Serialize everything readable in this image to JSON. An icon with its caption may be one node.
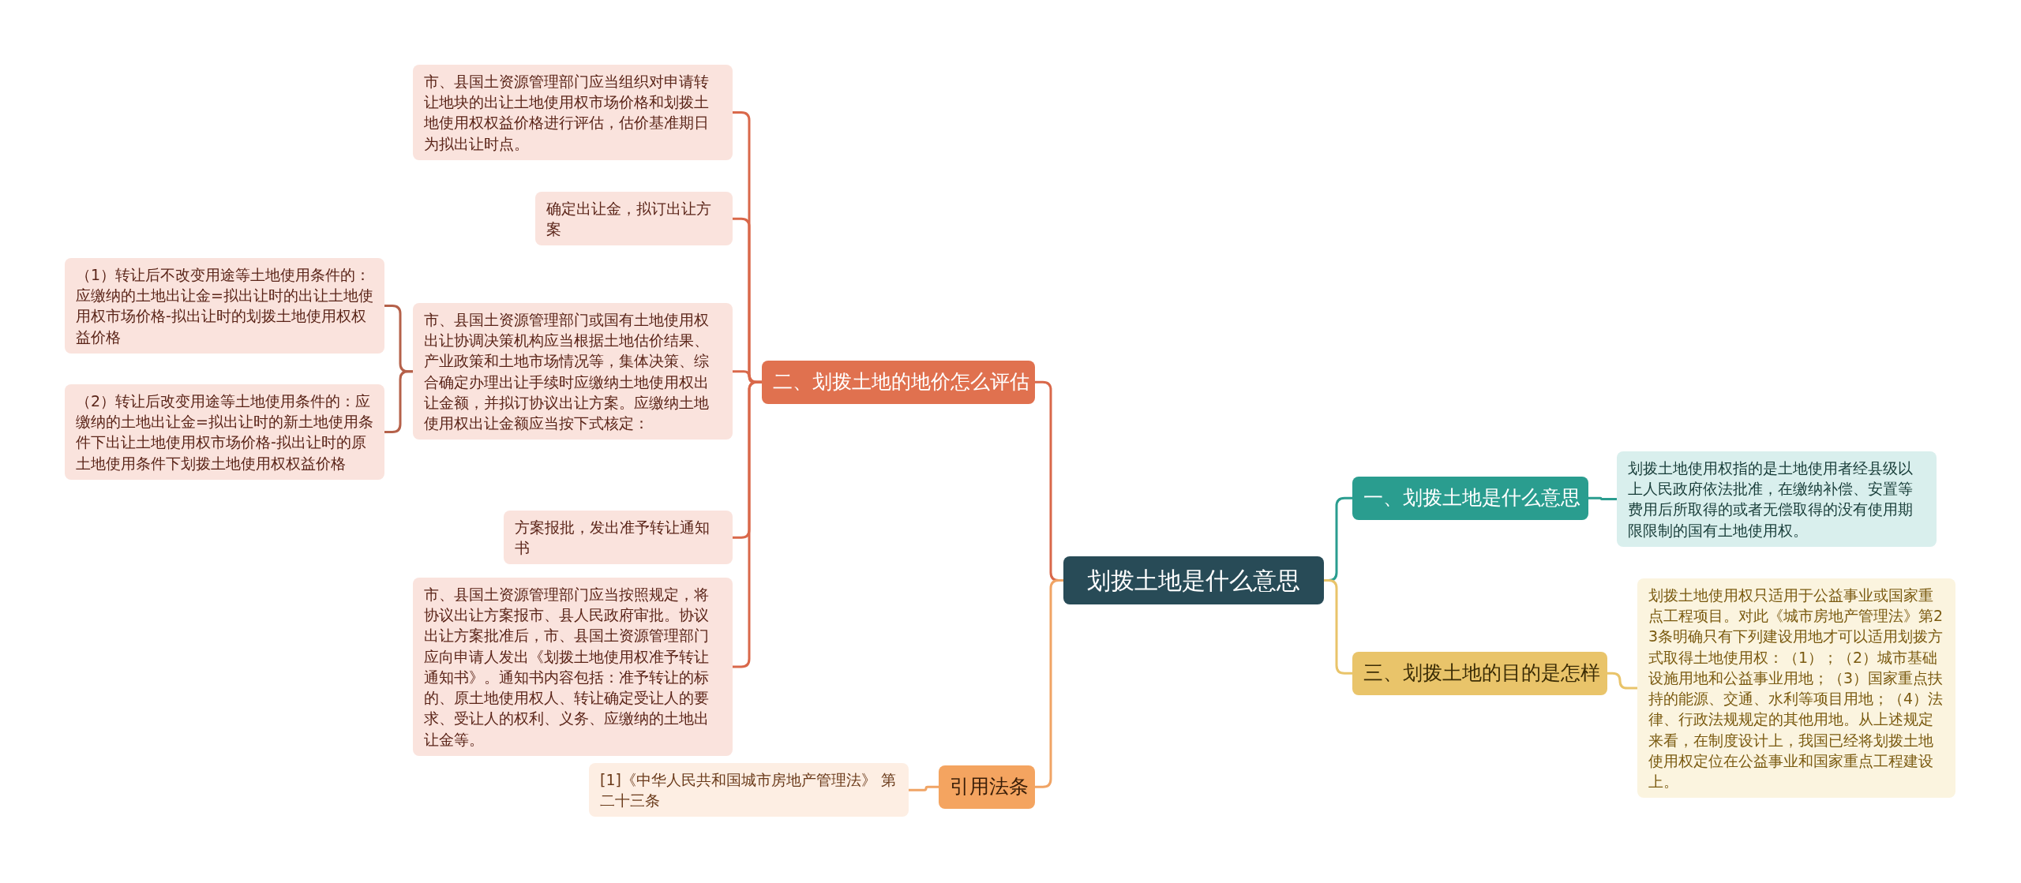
{
  "diagram": {
    "nodes": [
      {
        "text": [
          "划拨土地是什么意思"
        ]
      },
      {
        "text": [
          "二、划拨土地的地价怎么评估"
        ]
      },
      {
        "text": [
          "市、县国土资源管理部门应当组织对申请转让地块的出让土地使用权市场价格和划拨土地使用权权益价格进行评估，估价基准期日为拟出让时点。"
        ]
      },
      {
        "text": [
          "确定出让金，拟订出让方案"
        ]
      },
      {
        "text": [
          "市、县国土资源管理部门或国有土地使用权出让协调决策机构应当根据土地估价结果、产业政策和土地市场情况等，集体决策、综合确定办理出让手续时应缴纳土地使用权出让金额，并拟订协议出让方案。应缴纳土地使用权出让金额应当按下式核定："
        ]
      },
      {
        "text": [
          "（1）转让后不改变用途等土地使用条件的：应缴纳的土地出让金=拟出让时的出让土地使用权市场价格-拟出让时的划拨土地使用权权益价格"
        ]
      },
      {
        "text": [
          "（2）转让后改变用途等土地使用条件的：应缴纳的土地出让金=拟出让时的新土地使用条件下出让土地使用权市场价格-拟出让时的原土地使用条件下划拨土地使用权权益价格"
        ]
      },
      {
        "text": [
          "方案报批，发出准予转让通知书"
        ]
      },
      {
        "text": [
          "市、县国土资源管理部门应当按照规定，将协议出让方案报市、县人民政府审批。协议出让方案批准后，市、县国土资源管理部门应向申请人发出《划拨土地使用权准予转让通知书》。通知书内容包括：准予转让的标的、原土地使用权人、转让确定受让人的要求、受让人的权利、义务、应缴纳的土地出让金等。"
        ]
      },
      {
        "text": [
          "引用法条"
        ]
      },
      {
        "text": [
          "[1]《中华人民共和国城市房地产管理法》 第二十三条"
        ]
      },
      {
        "text": [
          "一、划拨土地是什么意思"
        ]
      },
      {
        "text": [
          "划拨土地使用权指的是土地使用者经县级以上人民政府依法批准，在缴纳补偿、安置等费用后所取得的或者无偿取得的没有使用期限限制的国有土地使用权。"
        ]
      },
      {
        "text": [
          "三、划拨土地的目的是怎样"
        ]
      },
      {
        "text": [
          "划拨土地使用权只适用于公益事业或国家重点工程项目。对此《城市房地产管理法》第23条明确只有下列建设用地才可以适用划拨方式取得土地使用权：（1）；（2）城市基础设施用地和公益事业用地；（3）国家重点扶持的能源、交通、水利等项目用地；（4）法律、行政法规规定的其他用地。从上述规定来看，在制度设计上，我国已经将划拨土地使用权定位在公益事业和国家重点工程建设上。"
        ]
      }
    ],
    "edges": [
      {
        "from": 0,
        "to": 1,
        "arrow": "none"
      },
      {
        "from": 1,
        "to": 2,
        "arrow": "none"
      },
      {
        "from": 1,
        "to": 3,
        "arrow": "none"
      },
      {
        "from": 1,
        "to": 4,
        "arrow": "none"
      },
      {
        "from": 4,
        "to": 5,
        "arrow": "none",
        "color": "#b5614a"
      },
      {
        "from": 4,
        "to": 6,
        "arrow": "none",
        "color": "#b5614a"
      },
      {
        "from": 1,
        "to": 7,
        "arrow": "none"
      },
      {
        "from": 1,
        "to": 8,
        "arrow": "none"
      },
      {
        "from": 0,
        "to": 9,
        "arrow": "none",
        "color": "#f0a465"
      },
      {
        "from": 9,
        "to": 10,
        "arrow": "none",
        "color": "#f0a465"
      },
      {
        "from": 0,
        "to": 11,
        "arrow": "none",
        "color": "#2a9d8f"
      },
      {
        "from": 11,
        "to": 12,
        "arrow": "none",
        "color": "#2a9d8f"
      },
      {
        "from": 0,
        "to": 13,
        "arrow": "none",
        "color": "#e9c46a"
      },
      {
        "from": 13,
        "to": 14,
        "arrow": "none",
        "color": "#e9c46a"
      }
    ]
  }
}
